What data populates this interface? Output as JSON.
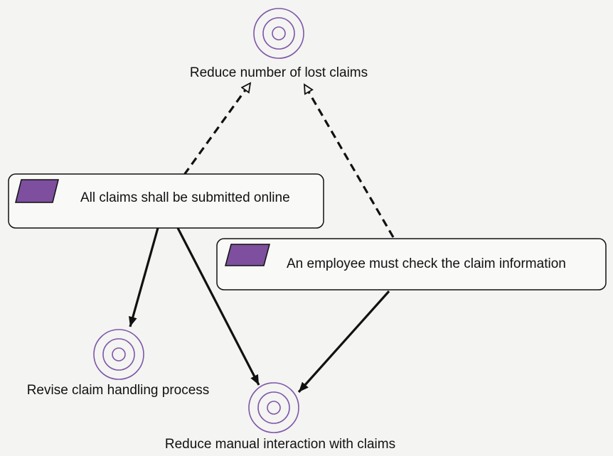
{
  "goals": [
    {
      "label": "Reduce number of lost claims"
    },
    {
      "label": "Revise claim handling process"
    },
    {
      "label": "Reduce manual interaction with claims"
    }
  ],
  "requirements": [
    {
      "label": "All claims shall be submitted online"
    },
    {
      "label": "An employee must check the claim information"
    }
  ],
  "relations": [
    {
      "from": "All claims shall be submitted online",
      "to": "Reduce number of lost claims",
      "style": "dashed-open-arrow"
    },
    {
      "from": "An employee must check the claim information",
      "to": "Reduce number of lost claims",
      "style": "dashed-open-arrow"
    },
    {
      "from": "All claims shall be submitted online",
      "to": "Revise claim handling process",
      "style": "solid-filled-arrow"
    },
    {
      "from": "All claims shall be submitted online",
      "to": "Reduce manual interaction with claims",
      "style": "solid-filled-arrow"
    },
    {
      "from": "An employee must check the claim information",
      "to": "Reduce manual interaction with claims",
      "style": "solid-filled-arrow"
    }
  ],
  "colors": {
    "background": "#f4f4f2",
    "goal_circle_stroke": "#7e57a8",
    "requirement_icon_fill": "#7d4f9e",
    "box_fill": "#f9f9f8",
    "line": "#111111",
    "text": "#111111"
  }
}
